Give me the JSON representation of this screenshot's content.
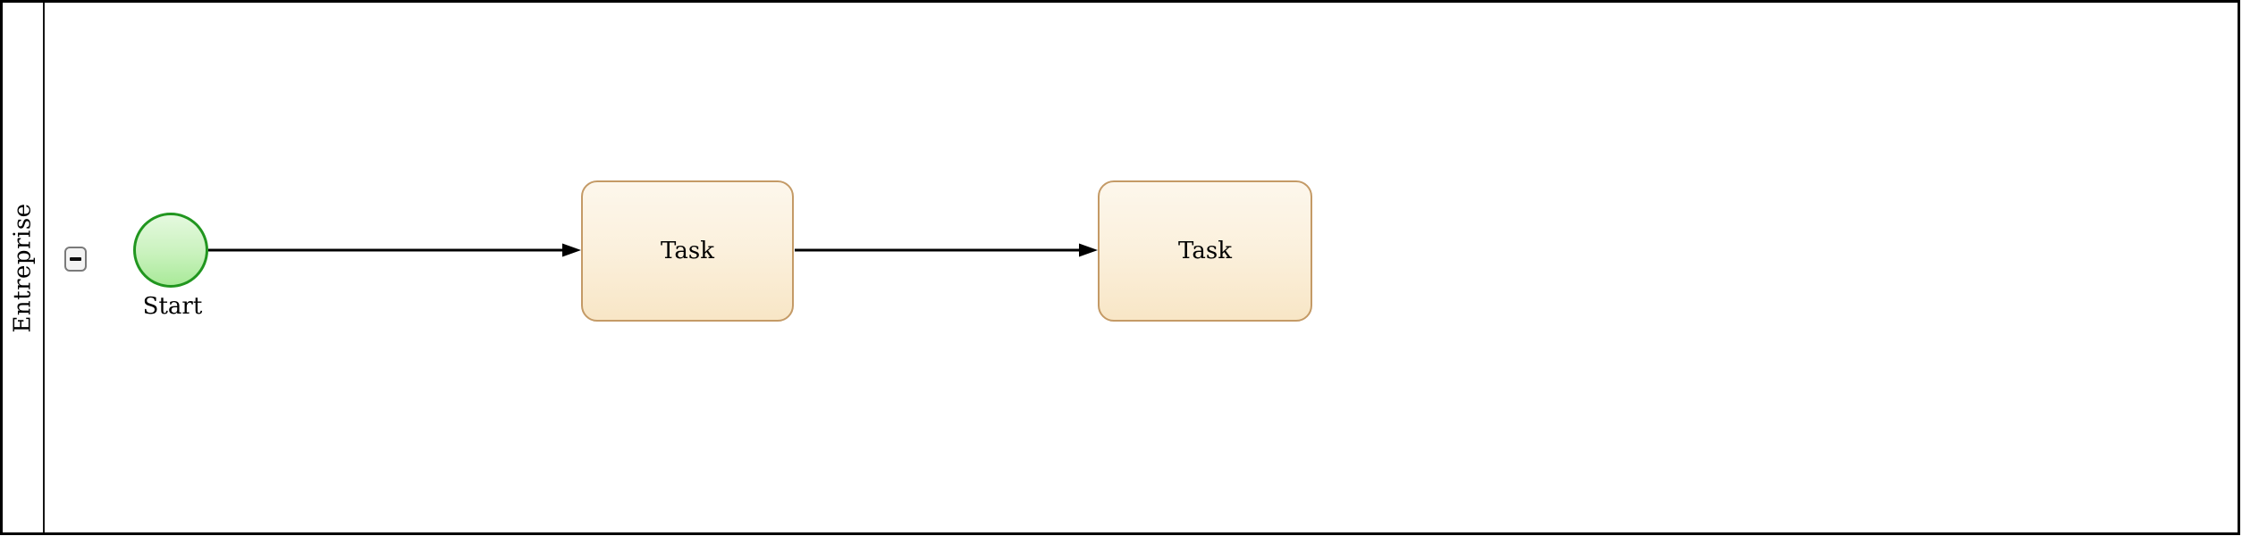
{
  "diagram": {
    "kind": "bpmn-process",
    "pool": {
      "lane_label": "Entreprise",
      "collapse_icon": "minus-icon"
    },
    "nodes": [
      {
        "id": "start-event",
        "type": "start-event",
        "label": "Start"
      },
      {
        "id": "task-1",
        "type": "task",
        "label": "Task"
      },
      {
        "id": "task-2",
        "type": "task",
        "label": "Task"
      }
    ],
    "flows": [
      {
        "from": "start-event",
        "to": "task-1"
      },
      {
        "from": "task-1",
        "to": "task-2"
      }
    ],
    "colors": {
      "pool_border": "#000000",
      "start_event_stroke": "#21961f",
      "start_event_fill_top": "#e5f9df",
      "start_event_fill_bottom": "#a9ea99",
      "task_stroke": "#c49a66",
      "task_fill_top": "#fdf7ec",
      "task_fill_bottom": "#f8e6c6",
      "flow_line": "#000000",
      "collapse_button_fill": "#f4f4f4",
      "collapse_button_border": "#7a7a7a"
    }
  }
}
